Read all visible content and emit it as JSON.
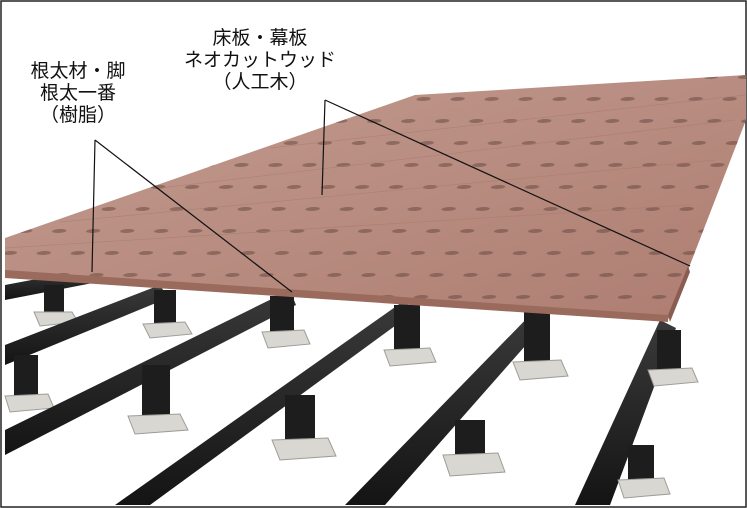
{
  "labels": {
    "joist": {
      "line1": "根太材・脚",
      "line2": "根太一番",
      "line3": "（樹脂）"
    },
    "deck": {
      "line1": "床板・幕板",
      "line2": "ネオカットウッド",
      "line3": "（人工木）"
    }
  },
  "colors": {
    "deck": "#b98b7f",
    "deck_edge": "#9a6a5d",
    "joist": "#1f1f1f",
    "base_pad": "#d9d7d1",
    "leader_line": "#111111",
    "frame": "#222222"
  }
}
